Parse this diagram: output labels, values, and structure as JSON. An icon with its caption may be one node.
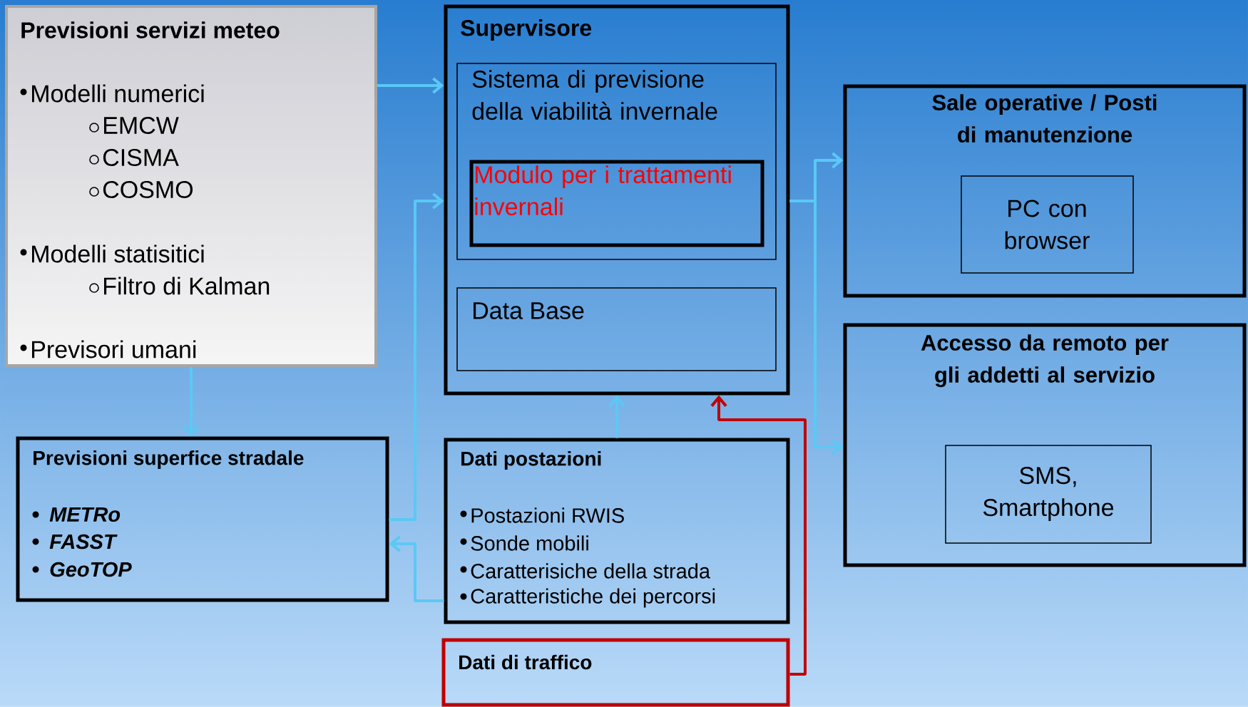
{
  "diagram": {
    "nodes": [
      {
        "text": [
          "Previsioni servizi meteo",
          "Modelli numerici",
          "EMCW",
          "CISMA",
          "COSMO",
          "Modelli statisitici",
          "Filtro di Kalman",
          "Previsori umani"
        ]
      },
      {
        "text": [
          "Supervisore"
        ]
      },
      {
        "text": [
          "Sistema di previsione della viabilità invernale"
        ],
        "in": 1
      },
      {
        "text": [
          "Modulo per i trattamenti invernali"
        ],
        "in": 2
      },
      {
        "text": [
          "Data Base"
        ],
        "in": 1
      },
      {
        "text": [
          "Sale operative / Posti di manutenzione"
        ]
      },
      {
        "text": [
          "PC con browser"
        ],
        "in": 5
      },
      {
        "text": [
          "Accesso da remoto per gli addetti al servizio"
        ]
      },
      {
        "text": [
          "SMS, Smartphone"
        ],
        "in": 7
      },
      {
        "text": [
          "Previsioni superfice stradale",
          "METRo",
          "FASST",
          "GeoTOP"
        ]
      },
      {
        "text": [
          "Dati postazioni",
          "Postazioni RWIS",
          "Sonde mobili",
          "Caratterisiche della strada",
          "Caratteristiche dei percorsi"
        ]
      },
      {
        "text": [
          "Dati di traffico"
        ]
      }
    ],
    "edges": [
      {
        "from": 0,
        "to": 1,
        "arrow": "to"
      },
      {
        "from": 0,
        "to": 9,
        "arrow": "to"
      },
      {
        "from": 9,
        "to": 1,
        "arrow": "to"
      },
      {
        "from": 10,
        "to": 9,
        "arrow": "to"
      },
      {
        "from": 10,
        "to": 1,
        "arrow": "to"
      },
      {
        "from": 11,
        "to": 1,
        "arrow": "to",
        "color": "#c00000"
      },
      {
        "from": 1,
        "to": 5,
        "arrow": "to"
      },
      {
        "from": 1,
        "to": 7,
        "arrow": "to"
      }
    ]
  }
}
